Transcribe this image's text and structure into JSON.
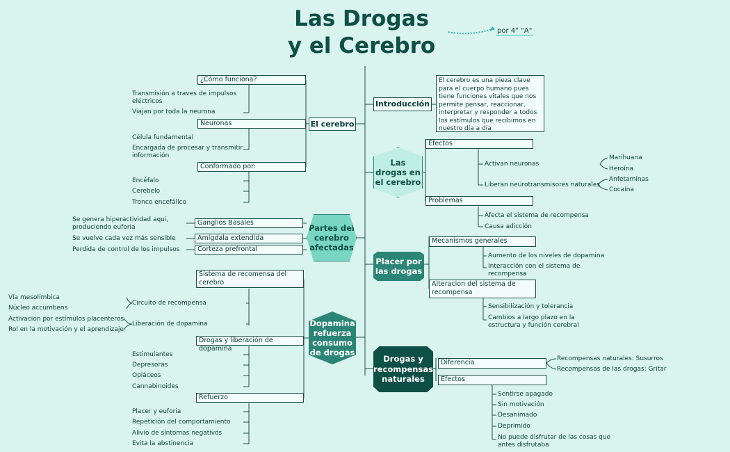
{
  "title": {
    "line1": "Las Drogas",
    "line2": "y el Cerebro"
  },
  "author": "por 4° \"A\"",
  "center": {
    "el_cerebro": "El cerebro",
    "partes": [
      "Partes del",
      "cerebro",
      "afectadas"
    ],
    "dopamina": [
      "Dopamina",
      "refuerza",
      "consumo",
      "de drogas"
    ],
    "introduccion": "Introducción",
    "drogas_cerebro": [
      "Las",
      "drogas en",
      "el cerebro"
    ],
    "placer": [
      "Placer por",
      "las drogas"
    ],
    "recompensas": [
      "Drogas y",
      "recompensas",
      "naturales"
    ]
  },
  "intro_text": "El cerebro es una pieza clave para el cuerpo humano pues tiene funciones vitales que nos permite pensar, reaccionar, interpretar y responder a todos los estímulos que recibimos en nuestro día a día",
  "cerebro": {
    "como": "¿Cómo funciona?",
    "como_items": [
      "Transmisión a traves de impulsos eléctricos",
      "Viajan por toda la neurona"
    ],
    "neuronas": "Neuronas",
    "neuronas_items": [
      "Célula fundamental",
      "Encargada de procesar y transmitir información"
    ],
    "conformado": "Conformado por:",
    "conformado_items": [
      "Encéfalo",
      "Cerebelo",
      "Tronco encefálico"
    ]
  },
  "partes": {
    "boxes": [
      "Ganglios Basales",
      "Amígdala extendida",
      "Corteza prefrontal"
    ],
    "items": [
      "Se genera hiperactividad aqui, produciendo euforia",
      "Se vuelve cada vez más sensible",
      "Perdida de control de los impulsos"
    ]
  },
  "dopamina": {
    "sistema": "Sistema de recomensa del cerebro",
    "circuito": "Circuito de recompensa",
    "circuito_items": [
      "Vía mesolímbica",
      "Núcleo accumbens"
    ],
    "liberacion": "Liberación de dopamina",
    "liberacion_items": [
      "Activación por estímulos placenteros",
      "Rol en la motivación y el aprendizaje"
    ],
    "drogas": "Drogas y liberación de dopamina",
    "drogas_items": [
      "Estimulantes",
      "Depresoras",
      "Opiáceos",
      "Cannabinoides"
    ],
    "refuerzo": "Refuerzo",
    "refuerzo_items": [
      "Placer y euforia",
      "Repetición del comportamiento",
      "Alivio de síntomas negativos",
      "Evita la abstinencia"
    ]
  },
  "drogas_cerebro": {
    "efectos": "Efectos",
    "activan": "Activan neuronas",
    "activan_items": [
      "Marihuana",
      "Heroína"
    ],
    "liberan": "Liberan neurotransmisores naturales",
    "liberan_items": [
      "Anfetaminas",
      "Cocaína"
    ],
    "problemas": "Problemas",
    "problemas_items": [
      "Afecta el sistema de recompensa",
      "Causa adicción"
    ]
  },
  "placer": {
    "mecanismos": "Mecanismos generales",
    "mecanismos_items": [
      "Aumento de los niveles de dopamina",
      "Interacción con el sistema de recompensa"
    ],
    "alteracion": "Alteracion del sistema de recompensa",
    "alteracion_items": [
      "Sensibilización y tolerancia",
      "Cambios a largo plazo en la estructura y función cerebral"
    ]
  },
  "recompensas": {
    "diferencia": "Diferencia",
    "diferencia_items": [
      "Recompensas naturales: Susurros",
      "Recompensas de las drogas: Gritar"
    ],
    "efectos": "Efectos",
    "efectos_items": [
      "Sentirse apagado",
      "Sin motivación",
      "Desanimado",
      "Deprimido",
      "No puede disfrutar de las cosas que antes disfrutaba"
    ]
  },
  "colors": {
    "background": "#d9f3ee",
    "accent": "#2fb9a6",
    "dark": "#0e4f46",
    "mid": "#2b8576",
    "light": "#bfeee4"
  }
}
